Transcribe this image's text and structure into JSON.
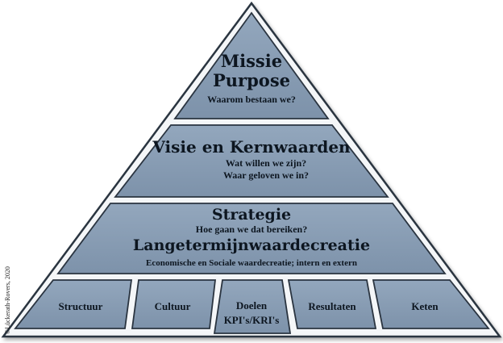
{
  "copyright": "©Lückerath-Rovers, 2020",
  "colors": {
    "fill": "#8196ae",
    "fill_light": "#93a7bd",
    "outline": "#2a3440",
    "text": "#0d1620"
  },
  "layers": {
    "missie": {
      "title_line1": "Missie",
      "title_line2": "Purpose",
      "question": "Waarom bestaan we?"
    },
    "visie": {
      "title": "Visie en Kernwaarden",
      "question1": "Wat willen we zijn?",
      "question2": "Waar geloven we in?"
    },
    "strategie": {
      "title": "Strategie",
      "question": "Hoe gaan we dat bereiken?",
      "subtitle": "Langetermijnwaardecreatie",
      "description": "Economische en Sociale waardecreatie; intern en extern"
    },
    "base": {
      "blocks": [
        {
          "line1": "Structuur"
        },
        {
          "line1": "Cultuur"
        },
        {
          "line1": "Doelen",
          "line2": "KPI's/KRI's"
        },
        {
          "line1": "Resultaten"
        },
        {
          "line1": "Keten"
        }
      ]
    }
  }
}
